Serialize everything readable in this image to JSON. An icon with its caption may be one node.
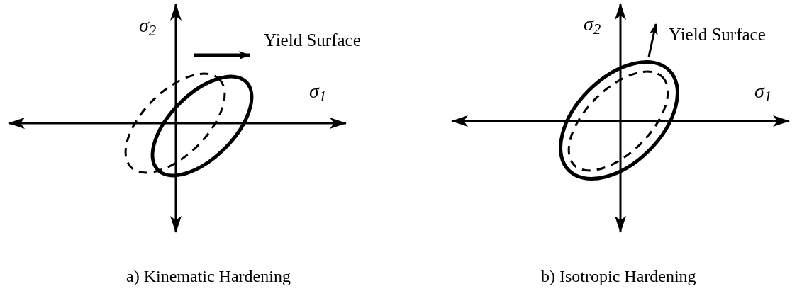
{
  "diagram": {
    "labels": [
      "σ$_{2}$",
      "Yield Surface",
      "σ$_{1}$",
      "σ$_{2}$",
      "Yield Surface",
      "σ$_{1}$",
      "a) Kinematic Hardening",
      "b) Isotropic Hardening"
    ]
  }
}
